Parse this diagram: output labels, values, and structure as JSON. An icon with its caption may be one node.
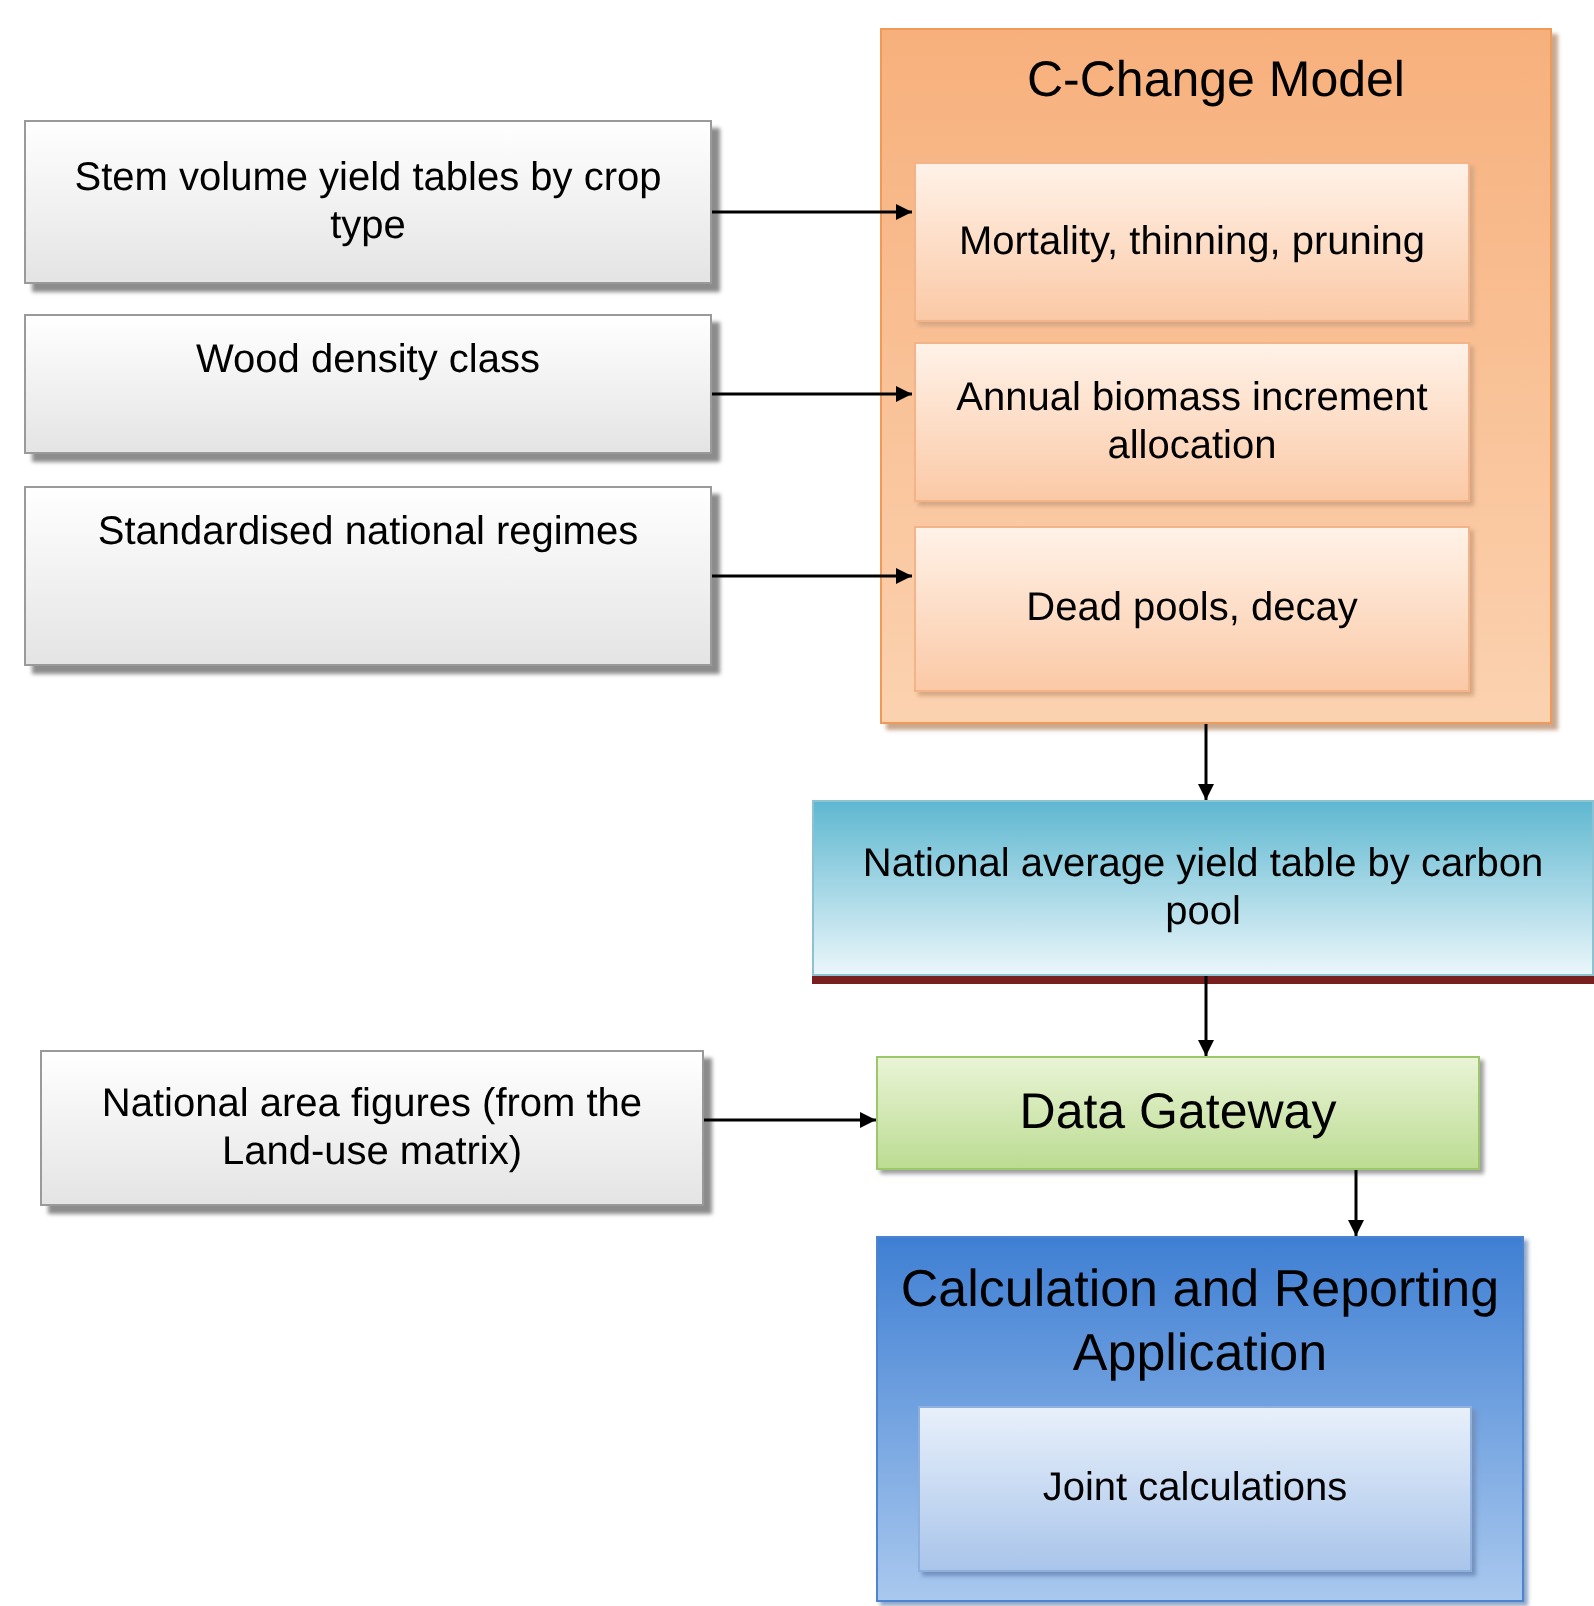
{
  "diagram": {
    "nodes": [
      {
        "text": [
          "Stem volume yield tables by crop type"
        ]
      },
      {
        "text": [
          "Wood density class"
        ]
      },
      {
        "text": [
          "Standardised national regimes"
        ]
      },
      {
        "text": [
          "C-Change Model"
        ]
      },
      {
        "text": [
          "Mortality, thinning, pruning"
        ],
        "in": 3
      },
      {
        "text": [
          "Annual biomass increment allocation"
        ],
        "in": 3
      },
      {
        "text": [
          "Dead pools, decay"
        ],
        "in": 3
      },
      {
        "text": [
          "National average yield table by carbon pool"
        ]
      },
      {
        "text": [
          "National area figures (from the Land-use matrix)"
        ]
      },
      {
        "text": [
          "Data Gateway"
        ]
      },
      {
        "text": [
          "Calculation and Reporting Application"
        ]
      },
      {
        "text": [
          "Joint calculations"
        ],
        "in": 10
      }
    ],
    "edges": [
      {
        "from": 0,
        "to": 4,
        "arrow": "to"
      },
      {
        "from": 1,
        "to": 5,
        "arrow": "to"
      },
      {
        "from": 2,
        "to": 6,
        "arrow": "to"
      },
      {
        "from": 3,
        "to": 7,
        "arrow": "to"
      },
      {
        "from": 7,
        "to": 9,
        "arrow": "to"
      },
      {
        "from": 8,
        "to": 9,
        "arrow": "to"
      },
      {
        "from": 9,
        "to": 10,
        "arrow": "to"
      }
    ]
  }
}
